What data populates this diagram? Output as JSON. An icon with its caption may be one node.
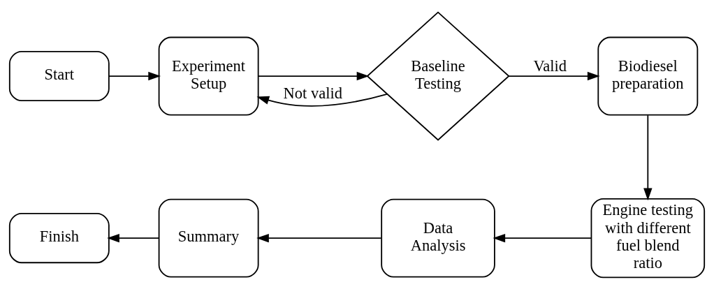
{
  "diagram": {
    "nodes": [
      {
        "text": [
          "Start"
        ]
      },
      {
        "text": [
          "Experiment Setup"
        ]
      },
      {
        "text": [
          "Baseline Testing"
        ]
      },
      {
        "text": [
          "Biodiesel preparation"
        ]
      },
      {
        "text": [
          "Engine testing with different fuel blend ratio"
        ]
      },
      {
        "text": [
          "Data Analysis"
        ]
      },
      {
        "text": [
          "Summary"
        ]
      },
      {
        "text": [
          "Finish"
        ]
      }
    ],
    "edges": [
      {
        "from": 0,
        "to": 1,
        "arrow": "to"
      },
      {
        "from": 1,
        "to": 2,
        "arrow": "to"
      },
      {
        "from": 2,
        "to": 1,
        "arrow": "to",
        "label": "Not valid"
      },
      {
        "from": 2,
        "to": 3,
        "arrow": "to",
        "label": "Valid"
      },
      {
        "from": 3,
        "to": 4,
        "arrow": "to"
      },
      {
        "from": 4,
        "to": 5,
        "arrow": "to"
      },
      {
        "from": 5,
        "to": 6,
        "arrow": "to"
      },
      {
        "from": 6,
        "to": 7,
        "arrow": "to"
      }
    ]
  }
}
